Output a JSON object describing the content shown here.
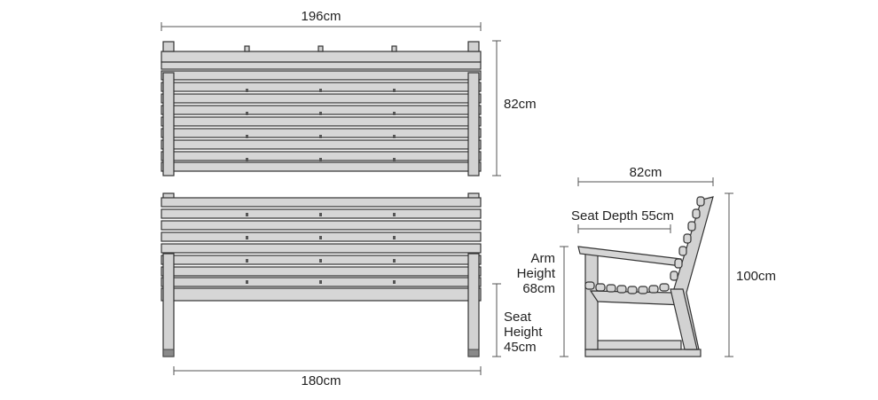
{
  "diagram": {
    "front_view": {
      "width_label": "196cm",
      "height_label": "82cm"
    },
    "rear_view": {
      "width_label": "180cm",
      "seat_height_label": [
        "Seat",
        "Height",
        "45cm"
      ]
    },
    "side_view": {
      "depth_label": "82cm",
      "seat_depth_label": "Seat Depth 55cm",
      "arm_height_label": [
        "Arm",
        "Height",
        "68cm"
      ],
      "height_label": "100cm"
    },
    "colors": {
      "wood_fill": "#d6d6d6",
      "outline": "#333333",
      "dimension_line": "#555555"
    }
  }
}
